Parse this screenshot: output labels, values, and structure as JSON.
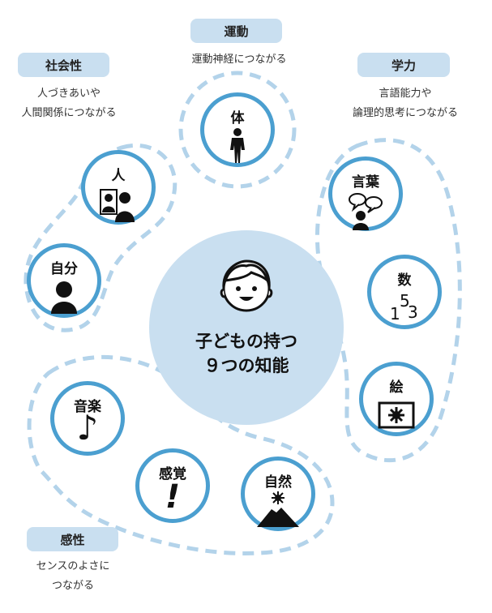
{
  "center": {
    "line1": "子どもの持つ",
    "line2": "９つの知能"
  },
  "categories": [
    {
      "id": "undou",
      "label": "運動",
      "desc": [
        "運動神経につながる"
      ]
    },
    {
      "id": "shakai",
      "label": "社会性",
      "desc": [
        "人づきあいや",
        "人間関係につながる"
      ]
    },
    {
      "id": "gakuryoku",
      "label": "学力",
      "desc": [
        "言語能力や",
        "論理的思考につながる"
      ]
    },
    {
      "id": "kansei",
      "label": "感性",
      "desc": [
        "センスのよさに",
        "つながる"
      ]
    }
  ],
  "nodes": [
    {
      "id": "karada",
      "label": "体",
      "icon": "person-standing-icon"
    },
    {
      "id": "hito",
      "label": "人",
      "icon": "two-people-icon"
    },
    {
      "id": "jibun",
      "label": "自分",
      "icon": "person-bust-icon"
    },
    {
      "id": "kotoba",
      "label": "言葉",
      "icon": "speech-bubbles-icon"
    },
    {
      "id": "kazu",
      "label": "数",
      "icon": "numbers-icon",
      "glyphs": [
        "1",
        "5",
        "3"
      ]
    },
    {
      "id": "e",
      "label": "絵",
      "icon": "framed-picture-icon"
    },
    {
      "id": "ongaku",
      "label": "音楽",
      "icon": "music-note-icon",
      "glyph": "♪"
    },
    {
      "id": "kankaku",
      "label": "感覚",
      "icon": "exclamation-icon",
      "glyph": "!"
    },
    {
      "id": "shizen",
      "label": "自然",
      "icon": "mountain-sun-icon"
    }
  ],
  "colors": {
    "ring": "#4b9fd0",
    "fill": "#c9dff0",
    "dash": "#b3d3ea",
    "text": "#111111"
  }
}
